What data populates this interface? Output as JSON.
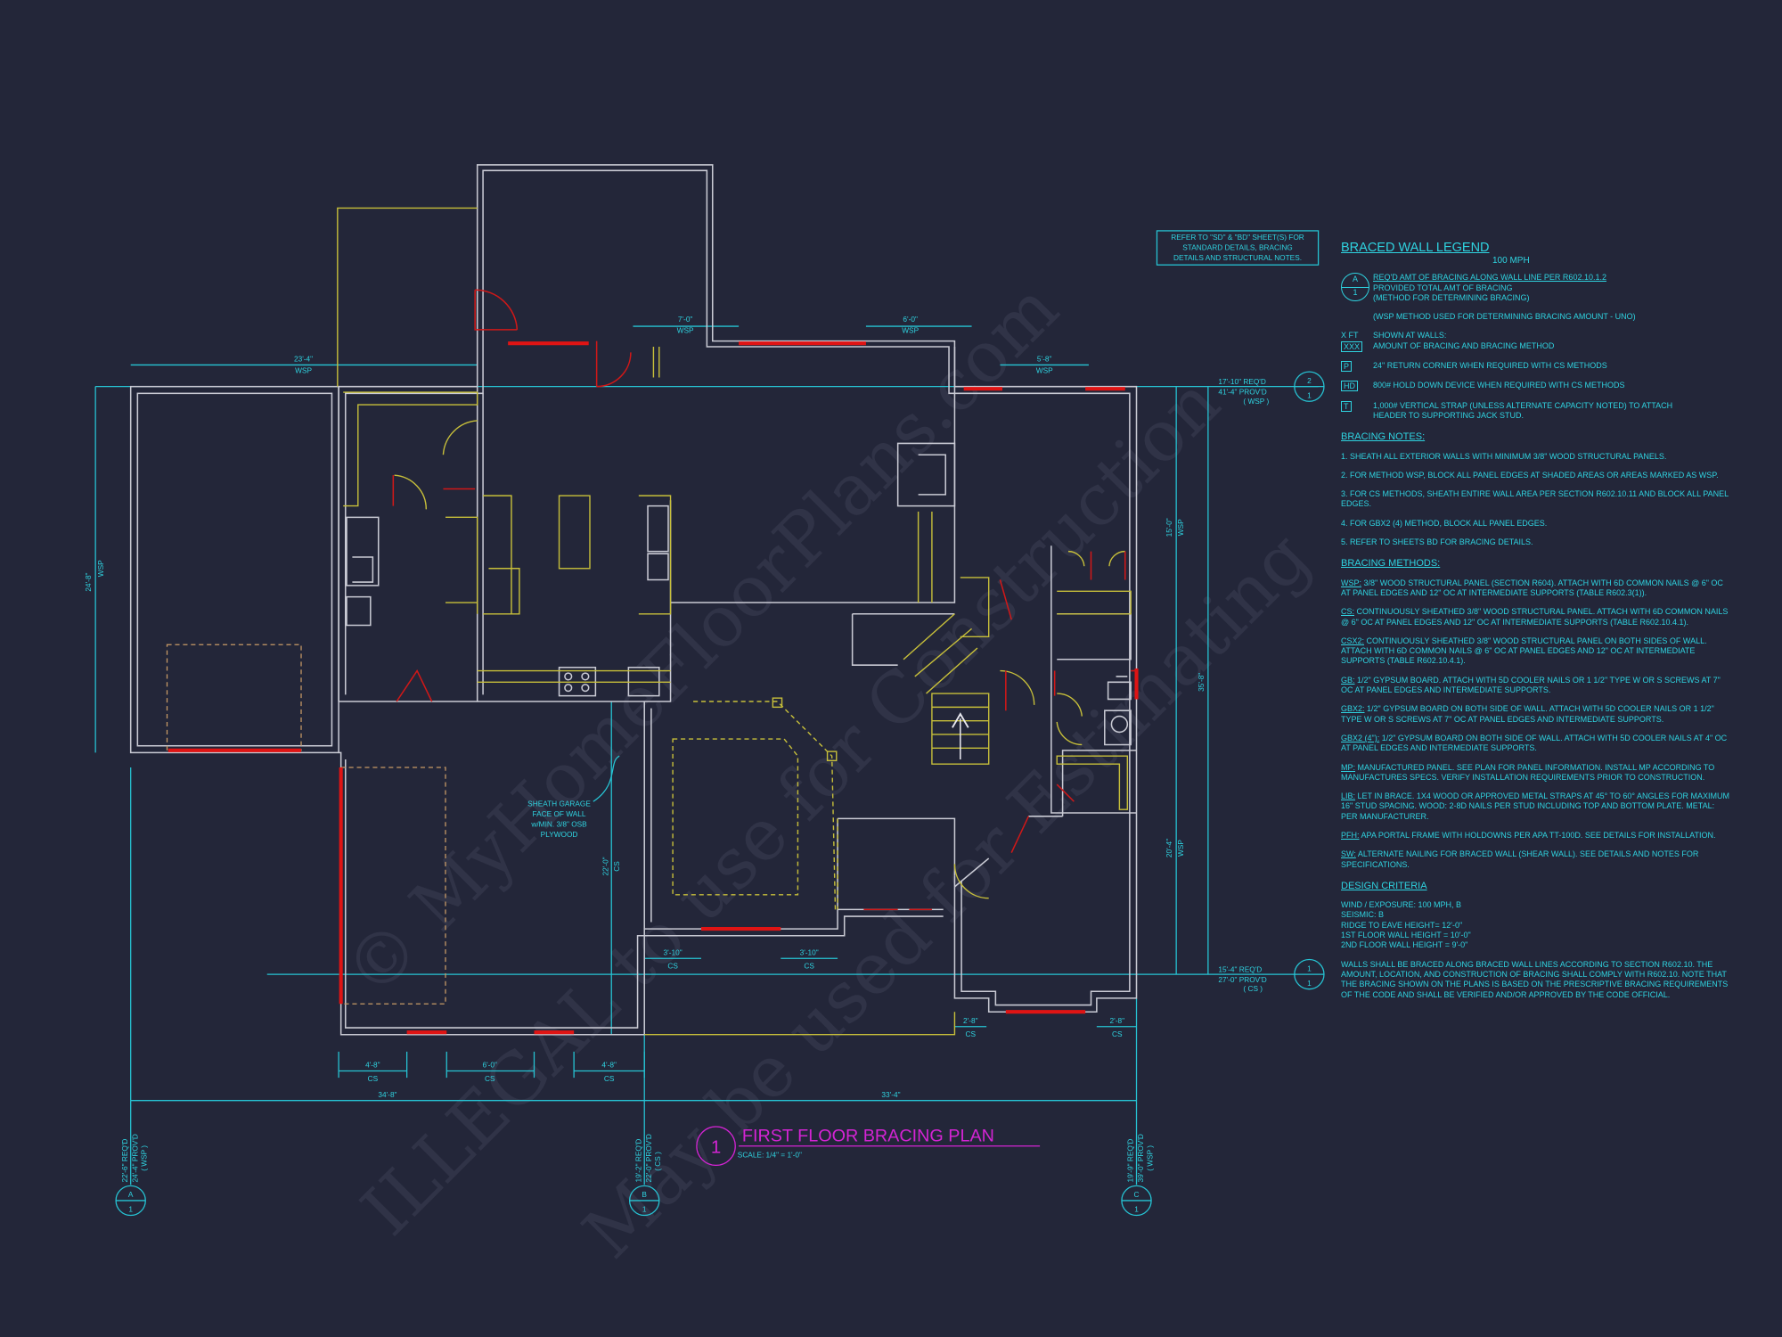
{
  "watermark": [
    "© MyHomeFloorPlans.com",
    "ILLEGAL to use for Construction",
    "May be used for Estimating"
  ],
  "colors": {
    "background": "#232639",
    "wall": "#c9cad4",
    "bracing": "#e01414",
    "annotation": "#2fd3e0",
    "title": "#d424d4",
    "fixture": "#c7bf3a"
  },
  "plan": {
    "title_number": "1",
    "title": "FIRST FLOOR BRACING PLAN",
    "scale": "SCALE: 1/4\" = 1'-0\"",
    "refer_note": [
      "REFER TO \"SD\" & \"BD\" SHEET(S) FOR",
      "STANDARD DETAILS, BRACING",
      "DETAILS AND STRUCTURAL NOTES."
    ],
    "garage_note": [
      "SHEATH GARAGE",
      "FACE OF WALL",
      "w/MIN. 3/8\" OSB",
      "PLYWOOD"
    ],
    "wall_lines": {
      "A": {
        "letter": "A",
        "num": "1",
        "reqd": "22'-6\" REQ'D",
        "provd": "24'-4\" PROV'D",
        "method": "( WSP )"
      },
      "B": {
        "letter": "B",
        "num": "1",
        "reqd": "19'-2\" REQ'D",
        "provd": "22'-0\" PROV'D",
        "method": "( CS )"
      },
      "C": {
        "letter": "C",
        "num": "1",
        "reqd": "19'-9\" REQ'D",
        "provd": "39'-0\" PROV'D",
        "method": "( WSP )"
      },
      "L2": {
        "letter": "2",
        "num": "1",
        "reqd": "17'-10\" REQ'D",
        "provd": "41'-4\" PROV'D",
        "method": "( WSP )"
      },
      "L1": {
        "letter": "1",
        "num": "1",
        "reqd": "15'-4\" REQ'D",
        "provd": "27'-0\" PROV'D",
        "method": "( CS )"
      }
    },
    "dims": {
      "top_left": {
        "value": "23'-4\"",
        "method": "WSP"
      },
      "left": {
        "value": "24'-8\"",
        "method": "WSP"
      },
      "top_a": {
        "value": "7'-0\"",
        "method": "WSP"
      },
      "top_b": {
        "value": "6'-0\"",
        "method": "WSP"
      },
      "top_c": {
        "value": "5'-8\"",
        "method": "WSP"
      },
      "right_a": {
        "value": "15'-0\"",
        "method": "WSP"
      },
      "right_b": {
        "value": "20'-4\"",
        "method": "WSP"
      },
      "right_overall": {
        "value": "35'-8\""
      },
      "mid": {
        "value": "22'-0\"",
        "method": "CS"
      },
      "c1": {
        "value": "3'-10\"",
        "method": "CS"
      },
      "c2": {
        "value": "3'-10\"",
        "method": "CS"
      },
      "p1": {
        "value": "2'-8\"",
        "method": "CS"
      },
      "p2": {
        "value": "2'-8\"",
        "method": "CS"
      },
      "b1": {
        "value": "4'-8\"",
        "method": "CS"
      },
      "b2": {
        "value": "6'-0\"",
        "method": "CS"
      },
      "b3": {
        "value": "4'-8\"",
        "method": "CS"
      },
      "bottom_left": {
        "value": "34'-8\""
      },
      "bottom_right": {
        "value": "33'-4\""
      }
    }
  },
  "legend": {
    "title": "BRACED WALL LEGEND",
    "subtitle": "100 MPH",
    "symbol": {
      "top": "A",
      "bottom": "1",
      "lines": [
        "REQ'D AMT OF BRACING ALONG WALL LINE PER R602.10.1.2",
        "PROVIDED TOTAL AMT OF BRACING",
        "(METHOD FOR DETERMINING BRACING)"
      ]
    },
    "wsp_note": "(WSP METHOD USED FOR DETERMINING BRACING AMOUNT - UNO)",
    "items": [
      {
        "above": "X FT",
        "symbol": "XXX",
        "lines": [
          "SHOWN AT WALLS:",
          "AMOUNT OF BRACING AND BRACING METHOD"
        ]
      },
      {
        "symbol": "P",
        "lines": [
          "24\" RETURN CORNER WHEN REQUIRED WITH CS METHODS"
        ]
      },
      {
        "symbol": "HD",
        "lines": [
          "800# HOLD DOWN DEVICE WHEN REQUIRED WITH CS METHODS"
        ]
      },
      {
        "symbol": "T",
        "lines": [
          "1,000# VERTICAL STRAP (UNLESS ALTERNATE CAPACITY NOTED) TO ATTACH",
          "HEADER TO SUPPORTING JACK STUD."
        ]
      }
    ],
    "notes_title": "BRACING NOTES:",
    "notes": [
      "1. SHEATH ALL EXTERIOR WALLS WITH MINIMUM 3/8\" WOOD STRUCTURAL PANELS.",
      "2. FOR METHOD WSP, BLOCK ALL PANEL EDGES AT SHADED AREAS OR AREAS MARKED AS WSP.",
      "3. FOR CS METHODS, SHEATH ENTIRE WALL AREA PER SECTION R602.10.11 AND BLOCK ALL PANEL EDGES.",
      "4. FOR GBx2 (4) METHOD, BLOCK ALL PANEL EDGES.",
      "5. REFER TO SHEETS BD FOR BRACING DETAILS."
    ],
    "methods_title": "BRACING METHODS:",
    "methods": [
      {
        "code": "WSP:",
        "text": " 3/8\" WOOD STRUCTURAL PANEL (SECTION R604). ATTACH WITH 6d COMMON NAILS @ 6\" OC AT PANEL EDGES AND 12\" OC AT INTERMEDIATE SUPPORTS (TABLE R602.3(1))."
      },
      {
        "code": "CS:",
        "text": " CONTINUOUSLY SHEATHED 3/8\" WOOD STRUCTURAL PANEL. ATTACH WITH 6d COMMON NAILS @ 6\" OC AT PANEL EDGES AND 12\" OC AT INTERMEDIATE SUPPORTS (TABLE R602.10.4.1)."
      },
      {
        "code": "CSx2:",
        "text": " CONTINUOUSLY SHEATHED 3/8\" WOOD STRUCTURAL PANEL ON BOTH SIDES OF WALL. ATTACH WITH 6d COMMON NAILS @ 6\" OC AT PANEL EDGES AND 12\" OC AT INTERMEDIATE SUPPORTS (TABLE R602.10.4.1)."
      },
      {
        "code": "GB:",
        "text": " 1/2\" GYPSUM BOARD. ATTACH WITH 5d COOLER NAILS OR 1 1/2\" TYPE W OR S SCREWS AT 7\" OC AT PANEL EDGES AND INTERMEDIATE SUPPORTS."
      },
      {
        "code": "GBx2:",
        "text": " 1/2\" GYPSUM BOARD ON BOTH SIDE OF WALL. ATTACH WITH 5d COOLER NAILS OR 1 1/2\" TYPE W OR S SCREWS AT 7\" OC AT PANEL EDGES AND INTERMEDIATE SUPPORTS."
      },
      {
        "code": "GBx2 (4\"):",
        "text": " 1/2\" GYPSUM BOARD ON BOTH SIDE OF WALL. ATTACH WITH 5d COOLER NAILS AT 4\" OC AT PANEL EDGES AND INTERMEDIATE SUPPORTS."
      },
      {
        "code": "MP:",
        "text": " MANUFACTURED PANEL. SEE PLAN FOR PANEL INFORMATION. INSTALL MP ACCORDING TO MANUFACTURES SPECS. VERIFY INSTALLATION REQUIREMENTS PRIOR TO CONSTRUCTION."
      },
      {
        "code": "LIB:",
        "text": " LET IN BRACE. 1x4 WOOD OR APPROVED METAL STRAPS AT 45° TO 60° ANGLES FOR MAXIMUM 16\" STUD SPACING. WOOD: 2-8d NAILS PER STUD INCLUDING TOP AND BOTTOM PLATE. METAL: PER MANUFACTURER."
      },
      {
        "code": "PFH:",
        "text": " APA PORTAL FRAME WITH HOLDOWNS PER APA TT-100D. SEE DETAILS FOR INSTALLATION."
      },
      {
        "code": "SW:",
        "text": " ALTERNATE NAILING FOR BRACED WALL (SHEAR WALL). SEE DETAILS AND NOTES FOR SPECIFICATIONS."
      }
    ],
    "criteria_title": "DESIGN CRITERIA",
    "criteria": [
      "WIND / EXPOSURE:  100 MPH, B",
      "SEISMIC:  B",
      "RIDGE TO EAVE HEIGHT= 12'-0\"",
      "1ST FLOOR WALL HEIGHT = 10'-0\"",
      "2ND FLOOR WALL HEIGHT = 9'-0\""
    ],
    "criteria_paragraph": "WALLS SHALL BE BRACED ALONG BRACED WALL LINES ACCORDING TO SECTION R602.10. THE AMOUNT, LOCATION, AND CONSTRUCTION OF BRACING SHALL COMPLY WITH R602.10. NOTE THAT THE BRACING SHOWN ON THE PLANS IS BASED ON THE PRESCRIPTIVE BRACING REQUIREMENTS OF THE CODE AND SHALL BE VERIFIED AND/OR APPROVED BY THE CODE OFFICIAL."
  }
}
